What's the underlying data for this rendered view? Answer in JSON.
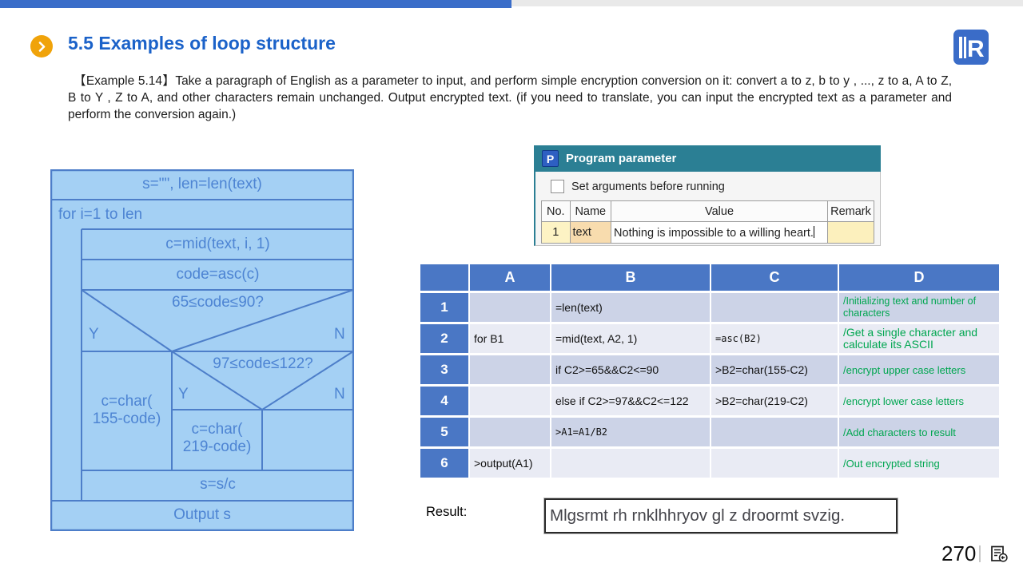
{
  "header": {
    "title": "5.5 Examples of loop structure"
  },
  "description": "【Example 5.14】Take a paragraph of English as a parameter to input, and perform simple encryption conversion on it: convert a to z, b to y , ..., z to a, A to Z, B to Y , Z to A, and other characters remain unchanged. Output encrypted text. (if you need to translate, you can input the encrypted text as a parameter and perform the conversion again.)",
  "flowchart": {
    "init": "s=\"\", len=len(text)",
    "loop_header": "for i=1 to len",
    "step1": "c=mid(text, i, 1)",
    "step2": "code=asc(c)",
    "cond1": "65≤code≤90?",
    "cond1_yes": "Y",
    "cond1_no": "N",
    "cond2": "97≤code≤122?",
    "cond2_yes": "Y",
    "cond2_no": "N",
    "branch_upper_line1": "c=char(",
    "branch_upper_line2": "155-code)",
    "branch_lower_line1": "c=char(",
    "branch_lower_line2": "219-code)",
    "append": "s=s/c",
    "output": "Output s"
  },
  "param_dialog": {
    "icon_letter": "P",
    "title": "Program parameter",
    "checkbox_label": "Set arguments before running",
    "checkbox_checked": false,
    "columns": [
      "No.",
      "Name",
      "Value",
      "Remark"
    ],
    "row": {
      "no": "1",
      "name": "text",
      "value": "Nothing is impossible to a willing heart.",
      "remark": ""
    }
  },
  "spreadsheet": {
    "columns": [
      "A",
      "B",
      "C",
      "D"
    ],
    "rows": [
      {
        "n": "1",
        "a": "",
        "b": "=len(text)",
        "c": "",
        "d": "/Initializing text and number of characters"
      },
      {
        "n": "2",
        "a": "for B1",
        "b": "=mid(text, A2, 1)",
        "c": "=asc(B2)",
        "d": "/Get a single character and calculate its ASCII"
      },
      {
        "n": "3",
        "a": "",
        "b": "if C2>=65&&C2<=90",
        "c": ">B2=char(155-C2)",
        "d": "/encrypt upper case letters"
      },
      {
        "n": "4",
        "a": "",
        "b": "else if C2>=97&&C2<=122",
        "c": ">B2=char(219-C2)",
        "d": "/encrypt lower case letters"
      },
      {
        "n": "5",
        "a": "",
        "b": ">A1=A1/B2",
        "c": "",
        "d": "/Add characters to result"
      },
      {
        "n": "6",
        "a": ">output(A1)",
        "b": "",
        "c": "",
        "d": "/Out encrypted string"
      }
    ]
  },
  "result": {
    "label": "Result:",
    "value": "Mlgsrmt rh rnklhhryov gl z droormt svzig."
  },
  "footer": {
    "page": "270"
  },
  "colors": {
    "topbar_blue": "#3a6dc9",
    "title_blue": "#1b62c9",
    "badge_orange": "#f0a30a",
    "flow_fill": "#a4d0f4",
    "flow_stroke": "#4d7ec9",
    "flow_text": "#4d84d3",
    "dialog_teal": "#2b7f94",
    "sheet_header_blue": "#4a77c5",
    "sheet_row_odd": "#ccd3e7",
    "sheet_row_even": "#e9ebf4",
    "comment_green": "#00a650",
    "param_no_bg": "#fdf3c4",
    "param_name_bg": "#f8dcae",
    "param_remark_bg": "#fcf0bd"
  }
}
